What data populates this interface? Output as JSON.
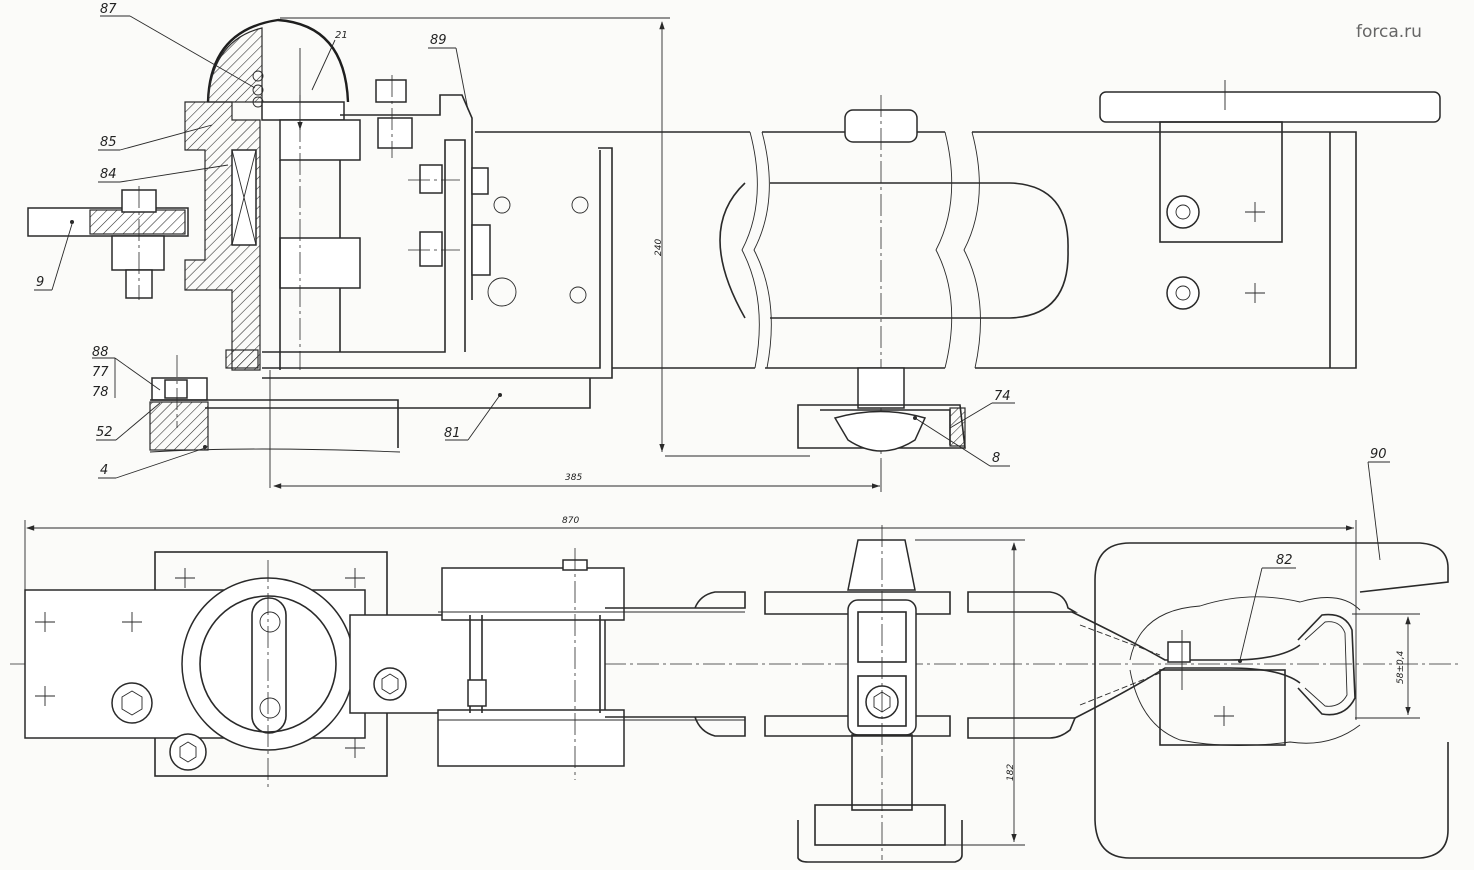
{
  "watermark": "forca.ru",
  "callouts": {
    "c87": "87",
    "c21": "21",
    "c89": "89",
    "c85": "85",
    "c84": "84",
    "c9": "9",
    "c88": "88",
    "c77": "77",
    "c78": "78",
    "c52": "52",
    "c4": "4",
    "c81": "81",
    "c74": "74",
    "c8": "8",
    "c90": "90",
    "c82": "82"
  },
  "dimensions": {
    "d240": "240",
    "d385": "385",
    "d870": "870",
    "d182": "182",
    "d58": "58±0,4"
  }
}
